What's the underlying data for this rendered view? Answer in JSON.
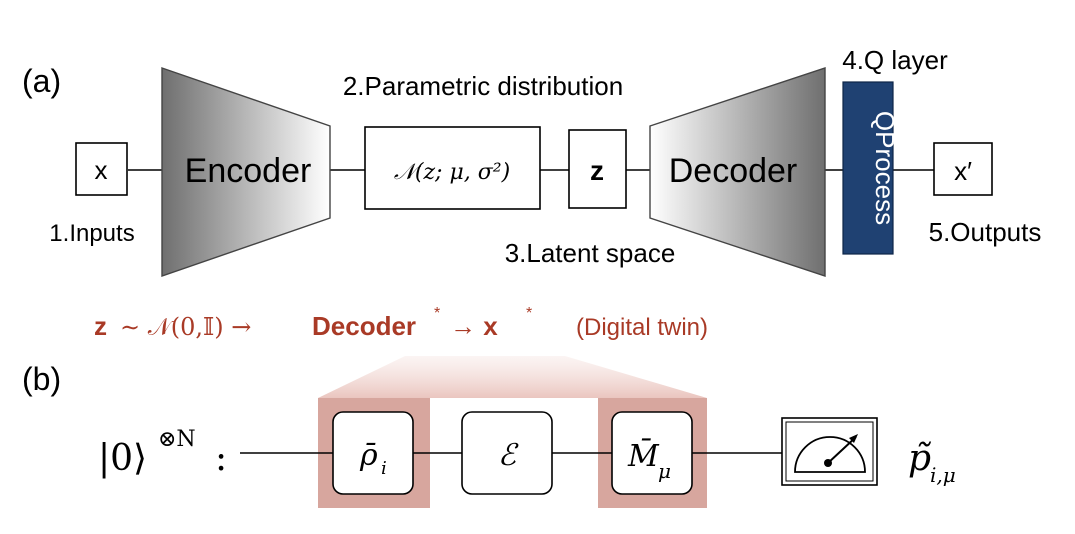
{
  "panel_a": {
    "label": "(a)",
    "input_box": "x",
    "inputs_label": "1.Inputs",
    "encoder_label": "Encoder",
    "param_dist_label": "2.Parametric distribution",
    "normal_dist": "𝒩(z; μ, σ²)",
    "latent_box": "z",
    "latent_label": "3.Latent space",
    "decoder_label": "Decoder",
    "q_layer_label": "4.Q layer",
    "qprocess_label": "QProcess",
    "output_box": "x′",
    "outputs_label": "5.Outputs"
  },
  "twin_line": {
    "z_symbol": "z",
    "tilde_normal": "∼ 𝒩(0,𝕀) →",
    "decoder_star": "Decoder",
    "star": "*",
    "arrow_x": "→ x",
    "digital_twin": "(Digital twin)"
  },
  "panel_b": {
    "label": "(b)",
    "state_prefix": "|0⟩",
    "state_exp": "⊗N",
    "state_colon": ":",
    "rho_gate": "ρ̄",
    "rho_sub": "i",
    "channel_gate": "ℰ",
    "m_gate": "M̄",
    "m_sub": "μ",
    "output_p": "p̃",
    "output_sub": "i,μ"
  },
  "colors": {
    "accent_red": "#a93a26",
    "highlight_pink": "#d7a69e",
    "qprocess_blue": "#1f4172",
    "trapezoid_dark": "#7a7a7a",
    "trapezoid_light": "#ffffff"
  }
}
